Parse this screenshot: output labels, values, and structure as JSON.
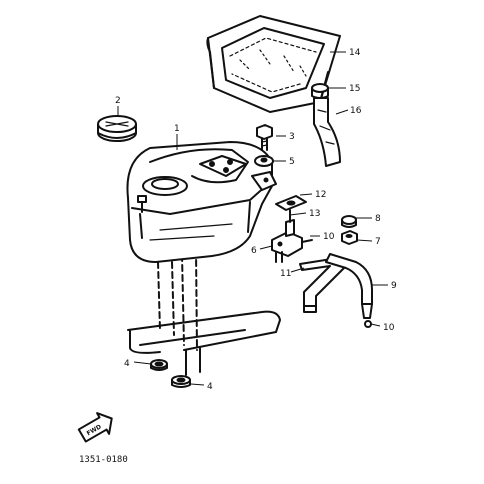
{
  "diagram": {
    "drawing_code": "1351-0180",
    "direction_label": "FWD",
    "callouts": {
      "c1": "1",
      "c2": "2",
      "c3": "3",
      "c4a": "4",
      "c4b": "4",
      "c5": "5",
      "c6": "6",
      "c7": "7",
      "c8": "8",
      "c9": "9",
      "c10a": "10",
      "c10b": "10",
      "c11": "11",
      "c12": "12",
      "c13": "13",
      "c14": "14",
      "c15": "15",
      "c16": "16"
    }
  }
}
